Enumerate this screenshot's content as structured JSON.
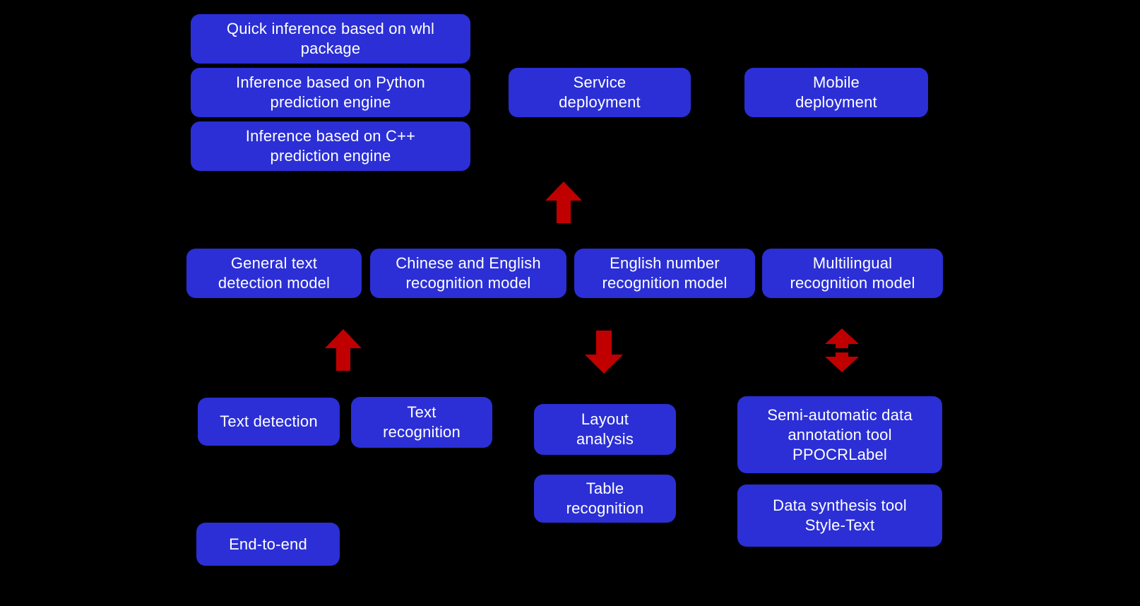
{
  "colors": {
    "background": "#000000",
    "box": "#2b2fd5",
    "arrow": "#c00000",
    "text": "#ffffff"
  },
  "icons": {
    "deployment_arrow": "up-arrow",
    "detection_arrow": "up-arrow",
    "layout_arrow": "down-arrow",
    "annotation_arrow": "up-down-arrow"
  },
  "boxes": {
    "whl_inference": "Quick inference based on whl\npackage",
    "python_inference": "Inference based on Python\nprediction engine",
    "cpp_inference": "Inference based on C++\nprediction engine",
    "service_deployment": "Service\ndeployment",
    "mobile_deployment": "Mobile\ndeployment",
    "general_text_detection": "General text\ndetection model",
    "chinese_english_recognition": "Chinese and English\nrecognition model",
    "english_number_recognition": "English number\nrecognition model",
    "multilingual_recognition": "Multilingual\nrecognition model",
    "text_detection": "Text detection",
    "text_recognition": "Text\nrecognition",
    "layout_analysis": "Layout\nanalysis",
    "table_recognition": "Table\nrecognition",
    "ppocrlabel": "Semi-automatic data\nannotation tool\nPPOCRLabel",
    "style_text": "Data synthesis tool\nStyle-Text",
    "end_to_end": "End-to-end"
  }
}
